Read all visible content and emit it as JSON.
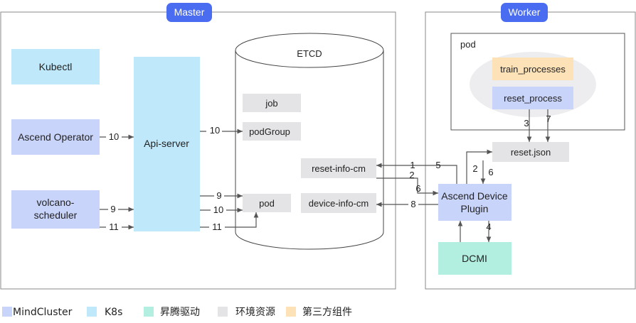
{
  "colors": {
    "mindcluster": "#c9d4fb",
    "k8s": "#bfe9fb",
    "ascend_driver": "#b2efe0",
    "environment": "#e4e4e6",
    "third_party": "#fde2b8",
    "badge": "#4a6cf0",
    "pod_oval": "#ededf0"
  },
  "master": {
    "title": "Master",
    "kubectl": "Kubectl",
    "ascend_operator": "Ascend Operator",
    "volcano_line1": "volcano-",
    "volcano_line2": "scheduler",
    "api_server": "Api-server",
    "etcd": {
      "title": "ETCD",
      "job": "job",
      "podgroup": "podGroup",
      "pod": "pod",
      "reset_info_cm": "reset-info-cm",
      "device_info_cm": "device-info-cm"
    }
  },
  "worker": {
    "title": "Worker",
    "pod_title": "pod",
    "train_processes": "train_processes",
    "reset_process": "reset_process",
    "reset_json": "reset.json",
    "device_plugin_line1": "Ascend Device",
    "device_plugin_line2": "Plugin",
    "dcmi": "DCMI"
  },
  "edges": {
    "op_to_api": "10",
    "api_to_podgroup": "10",
    "volcano_to_api_9": "9",
    "volcano_to_api_11": "11",
    "api_to_pod_9": "9",
    "api_to_pod_10": "10",
    "api_to_pod_11": "11",
    "dp_to_resetcm_1": "1",
    "dp_to_resetcm_5": "5",
    "resetcm_to_dp_2": "2",
    "resetcm_to_dp_6": "6",
    "dp_to_devcm": "8",
    "dp_to_resetjson_2": "2",
    "resetjson_to_dp_6": "6",
    "dp_dcmi": "4",
    "reset_to_json_3": "3",
    "reset_to_json_7": "7"
  },
  "legend": {
    "mindcluster": "MindCluster",
    "k8s": "K8s",
    "ascend_driver": "昇腾驱动",
    "environment": "环境资源",
    "third_party": "第三方组件"
  }
}
